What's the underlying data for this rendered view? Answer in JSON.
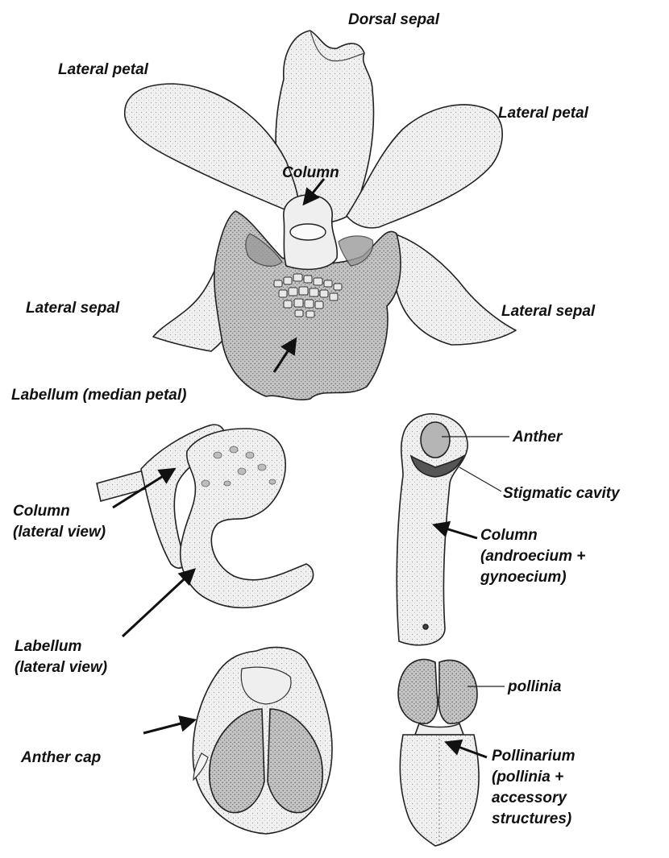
{
  "labels": {
    "dorsal_sepal": "Dorsal sepal",
    "lateral_petal_left": "Lateral petal",
    "lateral_petal_right": "Lateral petal",
    "column_top": "Column",
    "lateral_sepal_left": "Lateral sepal",
    "lateral_sepal_right": "Lateral sepal",
    "labellum_median": "Labellum (median petal)",
    "column_lateral_1": "Column",
    "column_lateral_2": "(lateral view)",
    "labellum_lateral_1": "Labellum",
    "labellum_lateral_2": "(lateral view)",
    "anther": "Anther",
    "stigmatic_cavity": "Stigmatic cavity",
    "column_right_1": "Column",
    "column_right_2": "(androecium +",
    "column_right_3": "gynoecium)",
    "pollinia": "pollinia",
    "anther_cap": "Anther cap",
    "pollinarium_1": "Pollinarium",
    "pollinarium_2": "(pollinia +",
    "pollinarium_3": "accessory",
    "pollinarium_4": "structures)"
  },
  "colors": {
    "ink": "#222222",
    "petal_fill": "#f2f2f2",
    "labellum_fill": "#c9c9c9",
    "shade": "#b5b5b5",
    "dark": "#555555"
  }
}
